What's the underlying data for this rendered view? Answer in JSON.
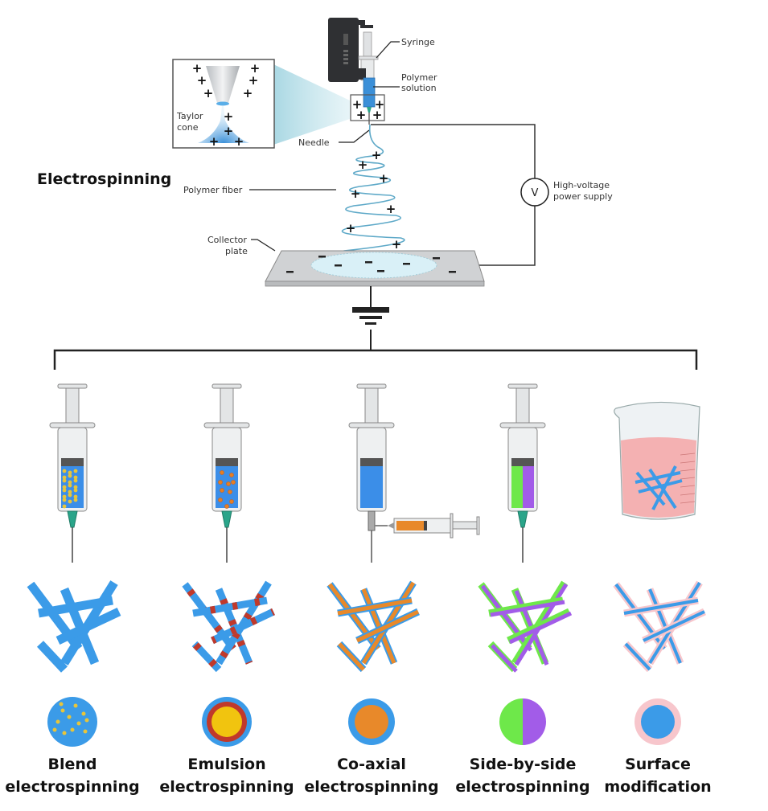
{
  "title": "Electrospinning",
  "apparatus": {
    "labels": {
      "syringe": "Syringe",
      "polymer_solution_line1": "Polymer",
      "polymer_solution_line2": "solution",
      "taylor_cone_line1": "Taylor",
      "taylor_cone_line2": "cone",
      "needle": "Needle",
      "polymer_fiber": "Polymer fiber",
      "collector_line1": "Collector",
      "collector_line2": "plate",
      "power_line1": "High-voltage",
      "power_line2": "power supply",
      "voltmeter_symbol": "V"
    },
    "positive_charge": "+",
    "negative_charge": "−"
  },
  "methods": [
    {
      "id": "blend",
      "line1": "Blend",
      "line2": "electrospinning",
      "fiber_colors": [
        "#3b9be8"
      ],
      "particle_color": "#e8c53a",
      "cross_section": {
        "type": "dotted",
        "fill": "#3b9be8",
        "dots": "#e8c53a"
      }
    },
    {
      "id": "emulsion",
      "line1": "Emulsion",
      "line2": "electrospinning",
      "fiber_colors": [
        "#3b9be8",
        "#c0392b"
      ],
      "particle_color": "#e67e22",
      "cross_section": {
        "type": "rings",
        "outer": "#3b9be8",
        "middle": "#c0392b",
        "inner": "#f1c40f"
      }
    },
    {
      "id": "coaxial",
      "line1": "Co-axial",
      "line2": "electrospinning",
      "fiber_colors": [
        "#3b9be8",
        "#e8892a"
      ],
      "core_syringe_color": "#e8892a",
      "cross_section": {
        "type": "core-shell",
        "outer": "#3b9be8",
        "inner": "#e8892a"
      }
    },
    {
      "id": "side-by-side",
      "line1": "Side-by-side",
      "line2": "electrospinning",
      "fiber_colors": [
        "#6ee84a",
        "#a25ce8"
      ],
      "cross_section": {
        "type": "split",
        "left": "#6ee84a",
        "right": "#a25ce8"
      }
    },
    {
      "id": "surface",
      "line1": "Surface",
      "line2": "modification",
      "fiber_colors": [
        "#f7c6cc",
        "#3b9be8"
      ],
      "bath_color": "#f4a6a6",
      "cross_section": {
        "type": "core-shell",
        "outer": "#f7c6cc",
        "inner": "#3b9be8"
      }
    }
  ]
}
